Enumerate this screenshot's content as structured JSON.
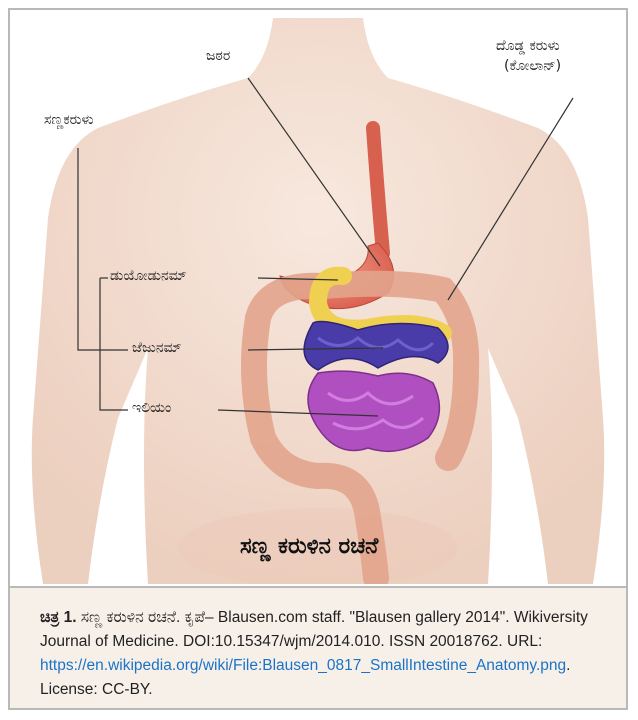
{
  "figure": {
    "labels": {
      "stomach": "ಜಠರ",
      "large_intestine_line1": "ದೊಡ್ಡ ಕರುಳು",
      "large_intestine_line2": "(ಕೋಲಾನ್)",
      "small_intestine": "ಸಣ್ಣಕರುಳು",
      "duodenum": "ಡುಯೋಡುನಮ್",
      "jejunum": "ಜೆಜುನಮ್",
      "ileum": "ಇಲಿಯಂ"
    },
    "title": "ಸಣ್ಣ ಕರುಳಿನ ರಚನೆ",
    "colors": {
      "stomach": "#e8745c",
      "duodenum": "#f0d050",
      "jejunum": "#4a3ca8",
      "ileum": "#b04fc0",
      "colon": "#e2a48c",
      "skin": "#f3d9c9"
    }
  },
  "caption": {
    "label": "ಚಿತ್ರ 1.",
    "text_before_link": " ಸಣ್ಣ ಕರುಳಿನ ರಚನೆ. ಕೃಪೆ– Blausen.com staff. \"Blausen gallery 2014\". Wikiversity Journal of Medicine. DOI:10.15347/wjm/2014.010. ISSN 20018762. URL: ",
    "link": "https://en.wikipedia.org/wiki/File:Blausen_0817_SmallIntestine_Anatomy.png",
    "text_after_link": ". License: CC-BY."
  }
}
